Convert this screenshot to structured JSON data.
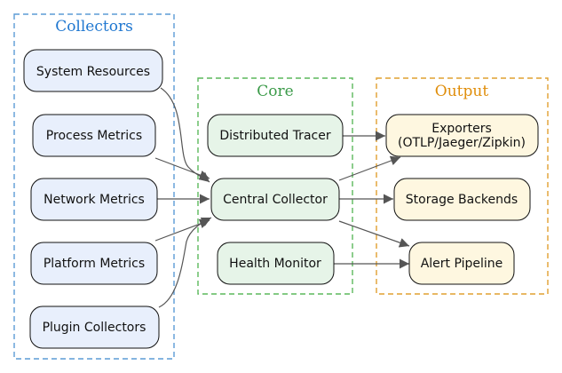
{
  "colors": {
    "collectors_border": "#5b9bd5",
    "collectors_label": "#1f77d0",
    "core_border": "#5cb85c",
    "core_label": "#3a9a48",
    "output_border": "#e0a030",
    "output_label": "#e08e0b",
    "collector_fill": "#e8effc",
    "core_fill": "#e6f4e8",
    "output_fill": "#fef7e0",
    "edge": "#555555"
  },
  "clusters": {
    "collectors": {
      "label": "Collectors"
    },
    "core": {
      "label": "Core"
    },
    "output": {
      "label": "Output"
    }
  },
  "nodes": {
    "system_resources": {
      "label": "System Resources"
    },
    "process_metrics": {
      "label": "Process Metrics"
    },
    "network_metrics": {
      "label": "Network Metrics"
    },
    "platform_metrics": {
      "label": "Platform Metrics"
    },
    "plugin_collectors": {
      "label": "Plugin Collectors"
    },
    "distributed_tracer": {
      "label": "Distributed Tracer"
    },
    "central_collector": {
      "label": "Central Collector"
    },
    "health_monitor": {
      "label": "Health Monitor"
    },
    "exporters": {
      "label_line1": "Exporters",
      "label_line2": "(OTLP/Jaeger/Zipkin)"
    },
    "storage_backends": {
      "label": "Storage Backends"
    },
    "alert_pipeline": {
      "label": "Alert Pipeline"
    }
  },
  "edges": [
    {
      "from": "system_resources",
      "to": "central_collector"
    },
    {
      "from": "process_metrics",
      "to": "central_collector"
    },
    {
      "from": "network_metrics",
      "to": "central_collector"
    },
    {
      "from": "platform_metrics",
      "to": "central_collector"
    },
    {
      "from": "plugin_collectors",
      "to": "central_collector"
    },
    {
      "from": "distributed_tracer",
      "to": "exporters"
    },
    {
      "from": "central_collector",
      "to": "exporters"
    },
    {
      "from": "central_collector",
      "to": "storage_backends"
    },
    {
      "from": "central_collector",
      "to": "alert_pipeline"
    },
    {
      "from": "health_monitor",
      "to": "alert_pipeline"
    }
  ]
}
